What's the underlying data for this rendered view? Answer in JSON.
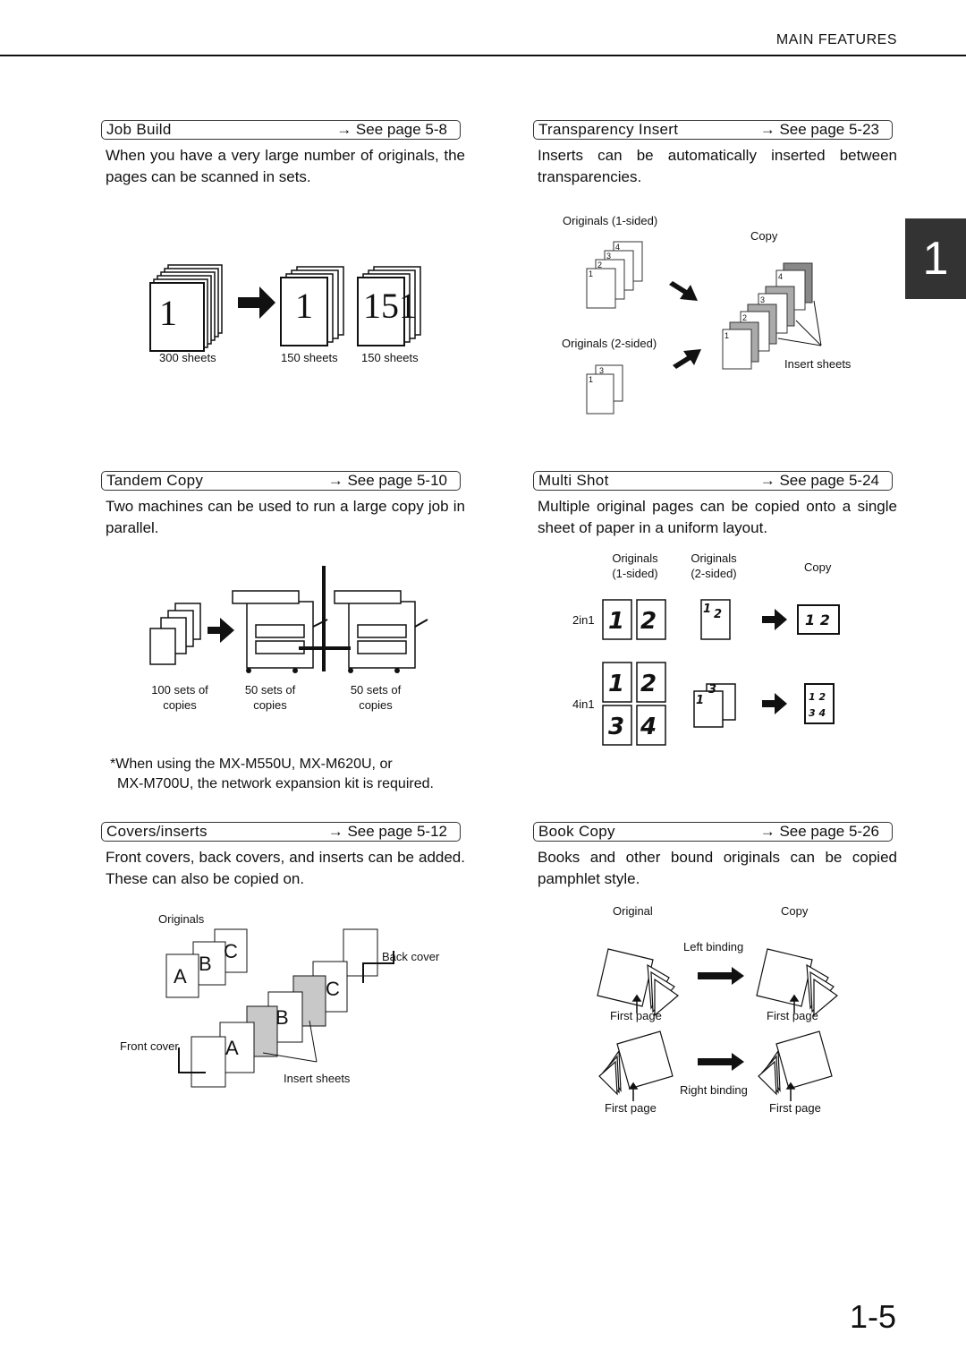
{
  "header": {
    "title": "MAIN FEATURES",
    "chapter_tab": "1"
  },
  "sections": {
    "job_build": {
      "title": "Job Build",
      "see": "→ See page 5-8",
      "body": "When you have a very large number of originals, the pages can be scanned in sets.",
      "labels": [
        "300 sheets",
        "150 sheets",
        "150 sheets"
      ],
      "sheet_text": [
        "1",
        "1",
        "151"
      ]
    },
    "transparency": {
      "title": "Transparency Insert",
      "see": "→ See page 5-23",
      "body": "Inserts can be automatically inserted between transparencies.",
      "labels": {
        "orig1": "Originals (1-sided)",
        "copy": "Copy",
        "orig2": "Originals (2-sided)",
        "insert": "Insert sheets"
      }
    },
    "tandem": {
      "title": "Tandem Copy",
      "see": "→ See page 5-10",
      "body": "Two machines can be used to run a large copy job in parallel.",
      "labels": [
        "100 sets of",
        "copies",
        "50 sets of",
        "copies",
        "50 sets of",
        "copies"
      ],
      "note1": "*When using the MX-M550U, MX-M620U, or",
      "note2": "MX-M700U, the network expansion kit is required."
    },
    "multishot": {
      "title": "Multi Shot",
      "see": "→ See page 5-24",
      "body": "Multiple original pages can be copied onto a single sheet of paper in a uniform layout.",
      "labels": {
        "orig1a": "Originals",
        "orig1b": "(1-sided)",
        "orig2a": "Originals",
        "orig2b": "(2-sided)",
        "copy": "Copy",
        "two": "2in1",
        "four": "4in1"
      }
    },
    "covers": {
      "title": "Covers/inserts",
      "see": "→ See page 5-12",
      "body": "Front covers, back covers, and inserts can be added. These can also be copied on.",
      "labels": {
        "originals": "Originals",
        "back": "Back cover",
        "front": "Front cover",
        "insert": "Insert sheets"
      },
      "letters": [
        "A",
        "B",
        "C"
      ]
    },
    "book": {
      "title": "Book Copy",
      "see": "→ See page 5-26",
      "body": "Books and other bound originals can be copied pamphlet style.",
      "labels": {
        "original": "Original",
        "copy": "Copy",
        "left": "Left binding",
        "right": "Right binding",
        "first": "First page"
      }
    }
  },
  "page_number": "1-5"
}
